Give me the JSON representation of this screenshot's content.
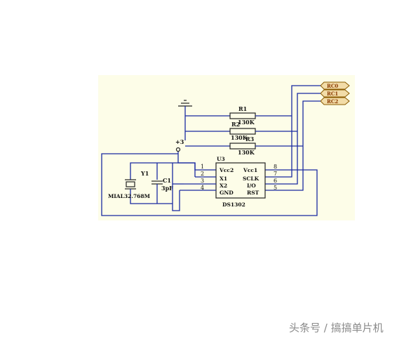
{
  "schematic": {
    "power": {
      "supply_label": "+3"
    },
    "ports": [
      {
        "label": "RC0"
      },
      {
        "label": "RC1"
      },
      {
        "label": "RC2"
      }
    ],
    "resistors": [
      {
        "ref": "R1",
        "value": "130K"
      },
      {
        "ref": "R2",
        "value": "130K"
      },
      {
        "ref": "R3",
        "value": "130K"
      }
    ],
    "ic": {
      "ref": "U3",
      "part": "DS1302",
      "left_pins": [
        {
          "num": "1",
          "name": "Vcc2"
        },
        {
          "num": "2",
          "name": "X1"
        },
        {
          "num": "3",
          "name": "X2"
        },
        {
          "num": "4",
          "name": "GND"
        }
      ],
      "right_pins": [
        {
          "num": "8",
          "name": "Vcc1"
        },
        {
          "num": "7",
          "name": "SCLK"
        },
        {
          "num": "6",
          "name": "I/O"
        },
        {
          "num": "5",
          "name": "RST"
        }
      ]
    },
    "crystal": {
      "ref": "Y1",
      "value": "MIAL32.768M"
    },
    "capacitor": {
      "ref": "C1",
      "value": "3pF"
    }
  },
  "watermark": {
    "text": "头条号 / 搞搞单片机"
  },
  "colors": {
    "background_panel": "#fdfde8",
    "wire": "#1a2aa0",
    "port_fill": "#f2dca8"
  }
}
